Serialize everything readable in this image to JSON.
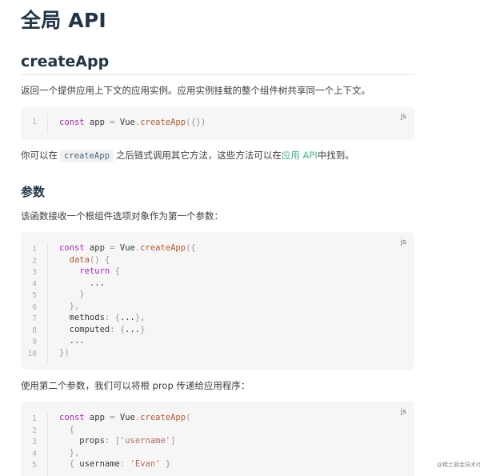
{
  "title": "全局 API",
  "section": {
    "heading": "createApp",
    "intro": "返回一个提供应用上下文的应用实例。应用实例挂载的整个组件树共享同一个上下文。",
    "after_code_prefix": "你可以在",
    "after_code_inline": "createApp",
    "after_code_middle": "之后链式调用其它方法，这些方法可以在",
    "after_code_link": "应用 API",
    "after_code_suffix": "中找到。"
  },
  "params": {
    "heading": "参数",
    "intro": "该函数接收一个根组件选项对象作为第一个参数：",
    "second_intro": "使用第二个参数，我们可以将根 prop 传递给应用程序："
  },
  "code_blocks": [
    {
      "lang": "js",
      "lines": [
        "1"
      ],
      "code": [
        "const app = Vue.createApp({})"
      ]
    },
    {
      "lang": "js",
      "lines": [
        "1",
        "2",
        "3",
        "4",
        "5",
        "6",
        "7",
        "8",
        "9",
        "10"
      ],
      "code": [
        "const app = Vue.createApp({",
        "  data() {",
        "    return {",
        "      ...",
        "    }",
        "  },",
        "  methods: {...},",
        "  computed: {...}",
        "  ...",
        "})"
      ]
    },
    {
      "lang": "js",
      "lines": [
        "1",
        "2",
        "3",
        "4",
        "5"
      ],
      "code": [
        "const app = Vue.createApp(",
        "  {",
        "    props: ['username']",
        "  },",
        "  { username: 'Evan' }"
      ]
    }
  ],
  "watermark": "@稀土掘金技术社区",
  "colors": {
    "accent": "#42b883",
    "code_bg": "#f6f6f7",
    "keyword": "#ab1fc2",
    "function": "#b5592b",
    "string": "#b56959"
  }
}
